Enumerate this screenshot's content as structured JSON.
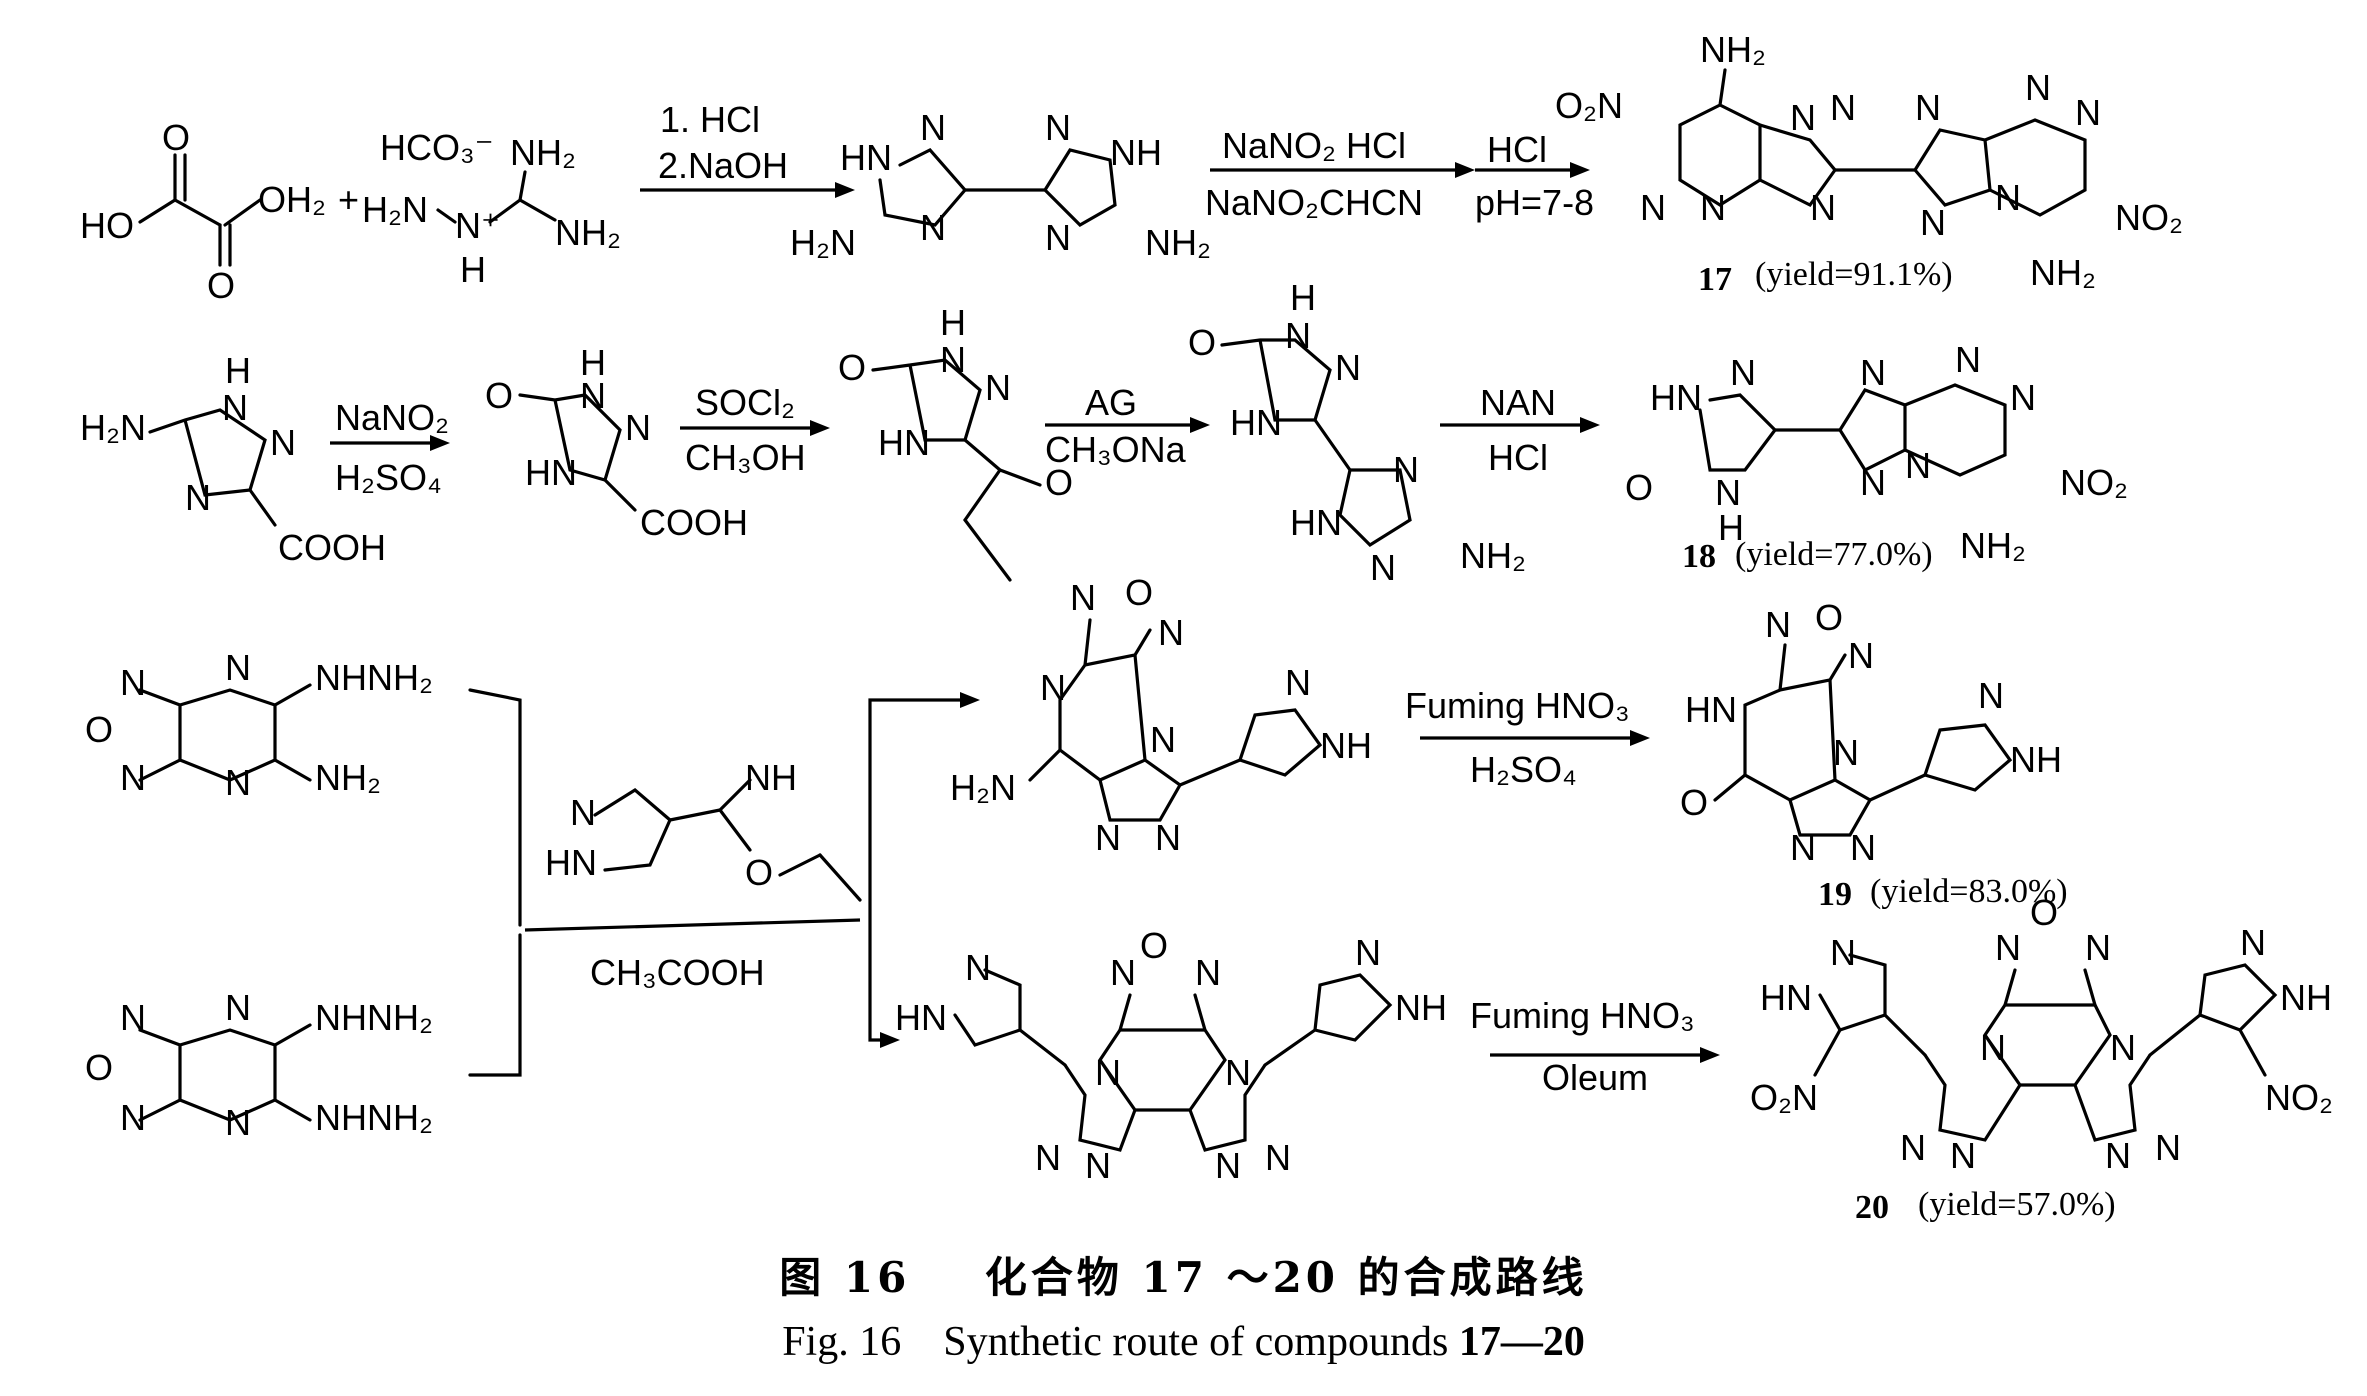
{
  "caption": {
    "cn_prefix": "图 16",
    "cn_text_a": "化合物",
    "cn_range": "17 ～20",
    "cn_text_b": "的合成路线",
    "en_prefix": "Fig. 16",
    "en_text": "Synthetic route of compounds",
    "en_range": "17—20"
  },
  "reagents": {
    "r1_line1": "1. HCl",
    "r1_line2": "2.NaOH",
    "r2_line1": "NaNO₂ HCl",
    "r2_line2": "NaNO₂CHCN",
    "r3_line1": "HCl",
    "r3_line2": "pH=7-8",
    "r4_line1": "NaNO₂",
    "r4_line2": "H₂SO₄",
    "r5_line1": "SOCl₂",
    "r5_line2": "CH₃OH",
    "r6_line1": "AG",
    "r6_line2": "CH₃ONa",
    "r7_line1": "NAN",
    "r7_line2": "HCl",
    "r8_line1": "Fuming HNO₃",
    "r8_line2": "H₂SO₄",
    "r9": "CH₃COOH",
    "r10_line1": "Fuming HNO₃",
    "r10_line2": "Oleum"
  },
  "compounds": {
    "c17_num": "17",
    "c17_yield": "(yield=91.1%)",
    "c18_num": "18",
    "c18_yield": "(yield=77.0%)",
    "c19_num": "19",
    "c19_yield": "(yield=83.0%)",
    "c20_num": "20",
    "c20_yield": "(yield=57.0%)"
  },
  "atoms": {
    "plus": "+",
    "HO": "HO",
    "O": "O",
    "OH2": "OH₂",
    "HCO3": "HCO₃⁻",
    "NH2": "NH₂",
    "H2N": "H₂N",
    "Nplus": "N⁺",
    "H": "H",
    "HN": "HN",
    "NH": "NH",
    "N": "N",
    "O2N": "O₂N",
    "NO2": "NO₂",
    "COOH": "COOH",
    "NHNH2": "NHNH₂",
    "HNN": "HN–N",
    "N_H": "N–H"
  },
  "colors": {
    "ink": "#000000",
    "background": "#ffffff"
  }
}
